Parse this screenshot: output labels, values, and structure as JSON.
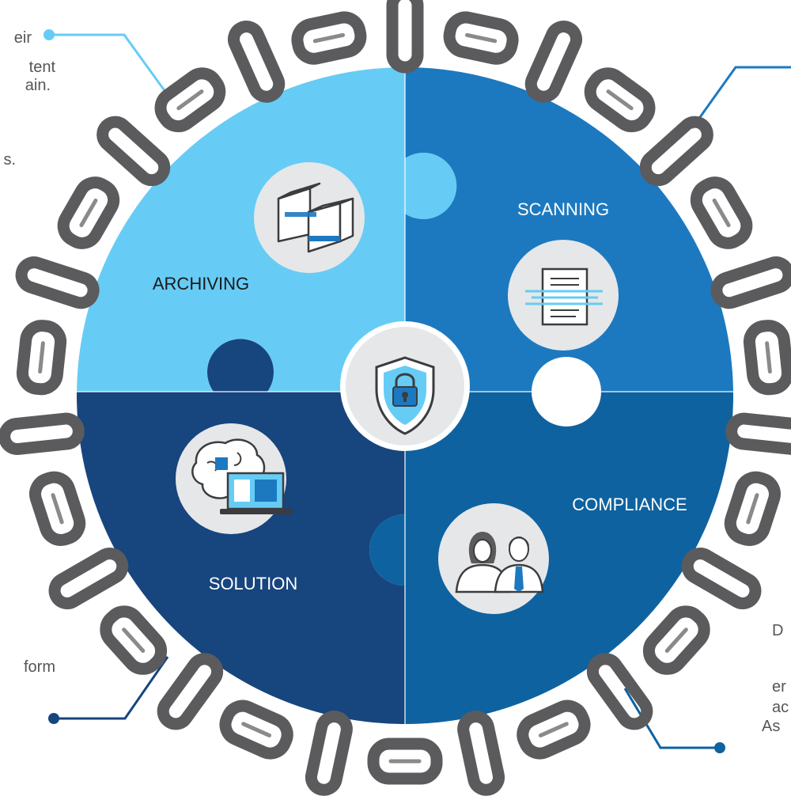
{
  "colors": {
    "archiving": "#66CCF5",
    "scanning": "#1C79C0",
    "solution": "#17457E",
    "compliance": "#0E62A0",
    "chain": "#5B5B5D",
    "chain_highlight": "#8A8A8C",
    "icon_circle": "#E6E7E8",
    "callout_top_left": "#66CCF5",
    "callout_top_right": "#1C79C0",
    "callout_bottom_left": "#17457E",
    "callout_bottom_right": "#0E62A0"
  },
  "quadrants": {
    "archiving": {
      "label": "ARCHIVING",
      "icon": "archive-boxes-icon"
    },
    "scanning": {
      "label": "SCANNING",
      "icon": "document-scan-icon"
    },
    "solution": {
      "label": "SOLUTION",
      "icon": "brain-laptop-icon"
    },
    "compliance": {
      "label": "COMPLIANCE",
      "icon": "people-icon"
    },
    "center": {
      "icon": "shield-lock-icon"
    }
  },
  "cropped_text": {
    "top_left_1": "eir",
    "top_left_2": "tent",
    "top_left_3": "ain.",
    "top_left_4": "s.",
    "bottom_left_1": "form",
    "bottom_right_1": "D",
    "bottom_right_2": "er",
    "bottom_right_3": "ac",
    "bottom_right_4": "As"
  }
}
